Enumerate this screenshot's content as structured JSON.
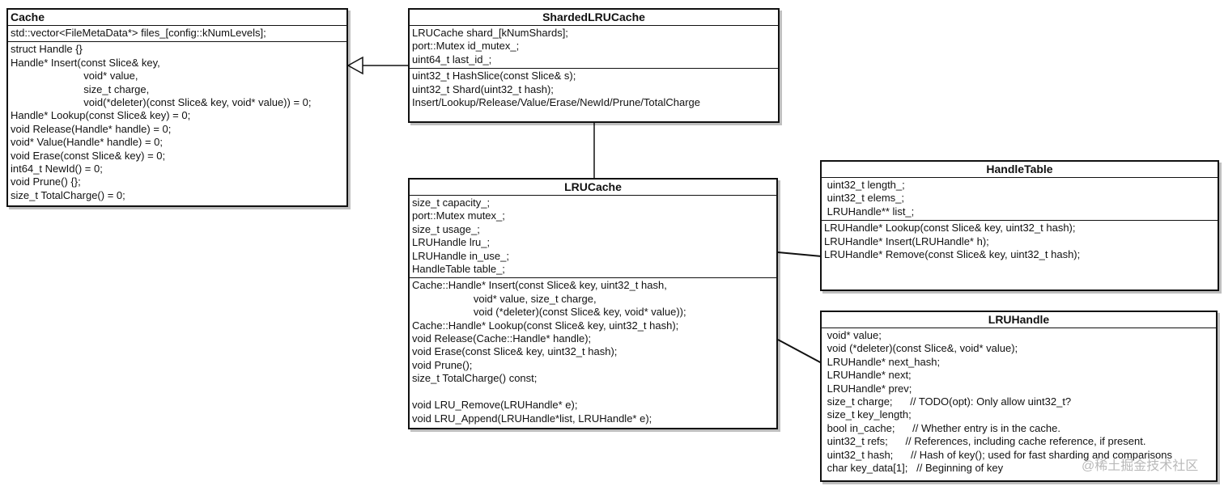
{
  "cache": {
    "title": "Cache",
    "attributes": [
      "std::vector<FileMetaData*> files_[config::kNumLevels];"
    ],
    "methods": [
      "struct Handle {}",
      "Handle* Insert(const Slice& key,",
      "                         void* value,",
      "                         size_t charge,",
      "                         void(*deleter)(const Slice& key, void* value)) = 0;",
      "Handle* Lookup(const Slice& key) = 0;",
      "void Release(Handle* handle) = 0;",
      "void* Value(Handle* handle) = 0;",
      "void Erase(const Slice& key) = 0;",
      "int64_t NewId() = 0;",
      "void Prune() {};",
      "size_t TotalCharge() = 0;"
    ]
  },
  "sharded": {
    "title": "ShardedLRUCache",
    "attributes": [
      "LRUCache shard_[kNumShards];",
      "port::Mutex id_mutex_;",
      "uint64_t last_id_;"
    ],
    "methods": [
      "uint32_t HashSlice(const Slice& s);",
      "uint32_t Shard(uint32_t hash);",
      "Insert/Lookup/Release/Value/Erase/NewId/Prune/TotalCharge"
    ]
  },
  "lrucache": {
    "title": "LRUCache",
    "attributes": [
      "size_t capacity_;",
      "port::Mutex mutex_;",
      "size_t usage_;",
      "LRUHandle lru_;",
      "LRUHandle in_use_;",
      "HandleTable table_;"
    ],
    "methods": [
      "Cache::Handle* Insert(const Slice& key, uint32_t hash,",
      "                     void* value, size_t charge,",
      "                     void (*deleter)(const Slice& key, void* value));",
      "Cache::Handle* Lookup(const Slice& key, uint32_t hash);",
      "void Release(Cache::Handle* handle);",
      "void Erase(const Slice& key, uint32_t hash);",
      "void Prune();",
      "size_t TotalCharge() const;",
      " ",
      "void LRU_Remove(LRUHandle* e);",
      "void LRU_Append(LRUHandle*list, LRUHandle* e);"
    ]
  },
  "handletable": {
    "title": "HandleTable",
    "attributes": [
      " uint32_t length_;",
      " uint32_t elems_;",
      " LRUHandle** list_;"
    ],
    "methods": [
      "LRUHandle* Lookup(const Slice& key, uint32_t hash);",
      "LRUHandle* Insert(LRUHandle* h);",
      "LRUHandle* Remove(const Slice& key, uint32_t hash);"
    ]
  },
  "lruhandle": {
    "title": "LRUHandle",
    "attributes": [
      " void* value;",
      " void (*deleter)(const Slice&, void* value);",
      " LRUHandle* next_hash;",
      " LRUHandle* next;",
      " LRUHandle* prev;",
      " size_t charge;      // TODO(opt): Only allow uint32_t?",
      " size_t key_length;",
      " bool in_cache;      // Whether entry is in the cache.",
      " uint32_t refs;      // References, including cache reference, if present.",
      " uint32_t hash;      // Hash of key(); used for fast sharding and comparisons",
      " char key_data[1];   // Beginning of key"
    ]
  },
  "watermark": "@稀土掘金技术社区",
  "colors": {
    "line": "#111111",
    "background": "#ffffff",
    "watermark": "#b9b9b9"
  }
}
